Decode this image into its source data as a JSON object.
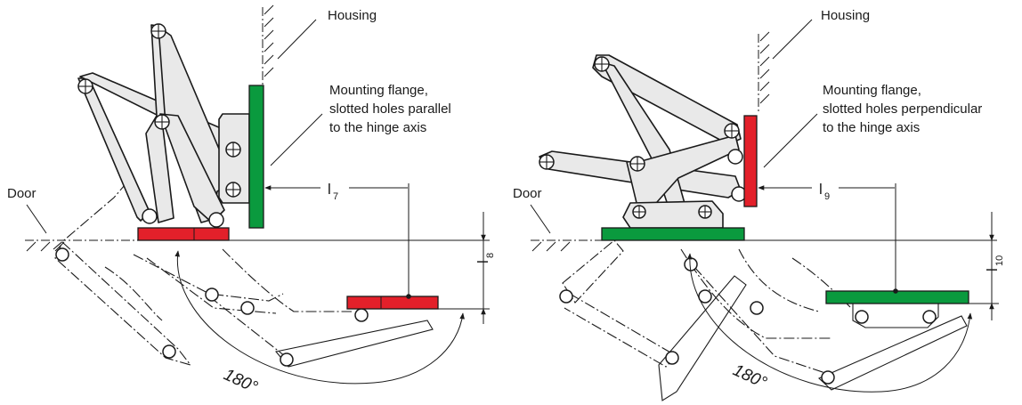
{
  "colors": {
    "red": "#e3202a",
    "green": "#0a9a3e",
    "line": "#1a1a1a",
    "link_fill": "#e9e9e9"
  },
  "left": {
    "housing": "Housing",
    "door": "Door",
    "flange_line1": "Mounting flange,",
    "flange_line2": "slotted holes parallel",
    "flange_line3": "to the hinge axis",
    "dim_horizontal": "l",
    "dim_horizontal_sub": "7",
    "dim_vertical": "l",
    "dim_vertical_sub": "8",
    "angle": "180°"
  },
  "right": {
    "housing": "Housing",
    "door": "Door",
    "flange_line1": "Mounting flange,",
    "flange_line2": "slotted holes perpendicular",
    "flange_line3": "to the hinge axis",
    "dim_horizontal": "l",
    "dim_horizontal_sub": "9",
    "dim_vertical": "l",
    "dim_vertical_sub": "10",
    "angle": "180°"
  }
}
